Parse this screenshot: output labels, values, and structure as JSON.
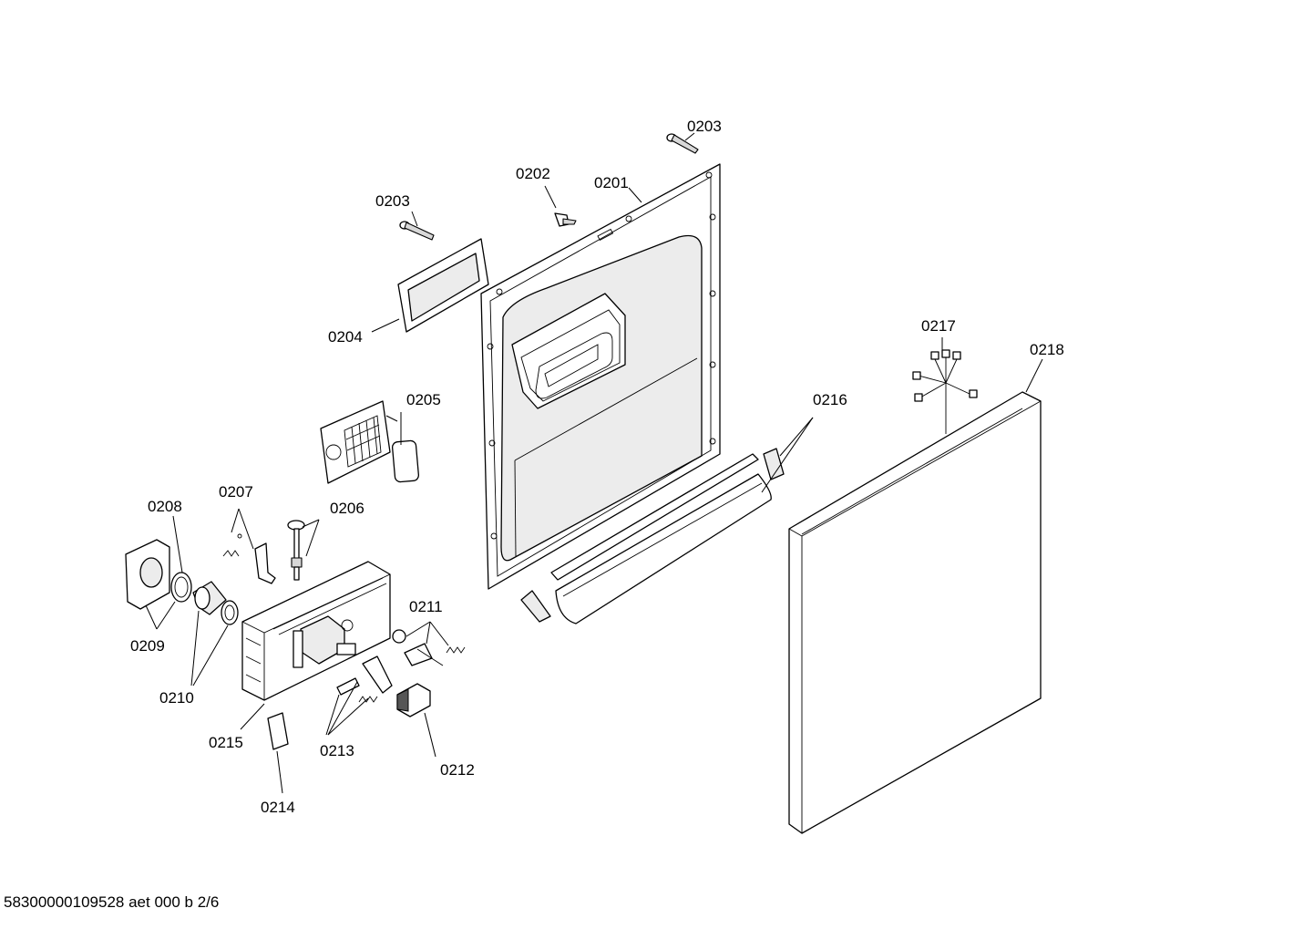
{
  "callouts": {
    "c0201": "0201",
    "c0202": "0202",
    "c0203a": "0203",
    "c0203b": "0203",
    "c0204": "0204",
    "c0205": "0205",
    "c0206": "0206",
    "c0207": "0207",
    "c0208": "0208",
    "c0209": "0209",
    "c0210": "0210",
    "c0211": "0211",
    "c0212": "0212",
    "c0213": "0213",
    "c0214": "0214",
    "c0215": "0215",
    "c0216": "0216",
    "c0217": "0217",
    "c0218": "0218"
  },
  "footer": {
    "document_id": "58300000109528 aet 000 b 2/6"
  }
}
